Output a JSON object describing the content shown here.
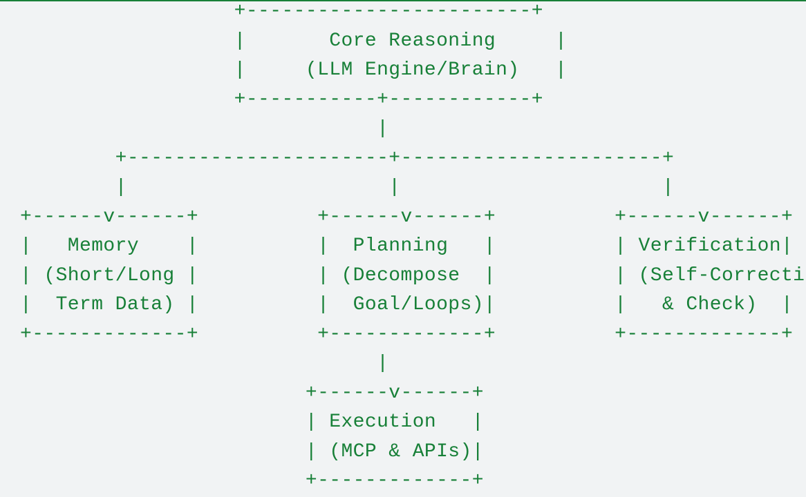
{
  "diagram": {
    "lines": [
      "                  +------------------------+",
      "                  |       Core Reasoning     |",
      "                  |     (LLM Engine/Brain)   |",
      "                  +-----------+------------+",
      "                              |",
      "        +----------------------+----------------------+",
      "        |                      |                      |",
      "+------v------+          +------v------+          +------v------+",
      "|   Memory    |          |  Planning   |          | Verification|",
      "| (Short/Long |          | (Decompose  |          | (Self-Correction|",
      "|  Term Data) |          |  Goal/Loops)|          |   & Check)  |",
      "+-------------+          +-------------+          +-------------+",
      "                              |",
      "                        +------v------+",
      "                        | Execution   |",
      "                        | (MCP & APIs)|",
      "                        +-------------+"
    ]
  },
  "colors": {
    "text": "#188038",
    "background": "#f1f3f4"
  }
}
